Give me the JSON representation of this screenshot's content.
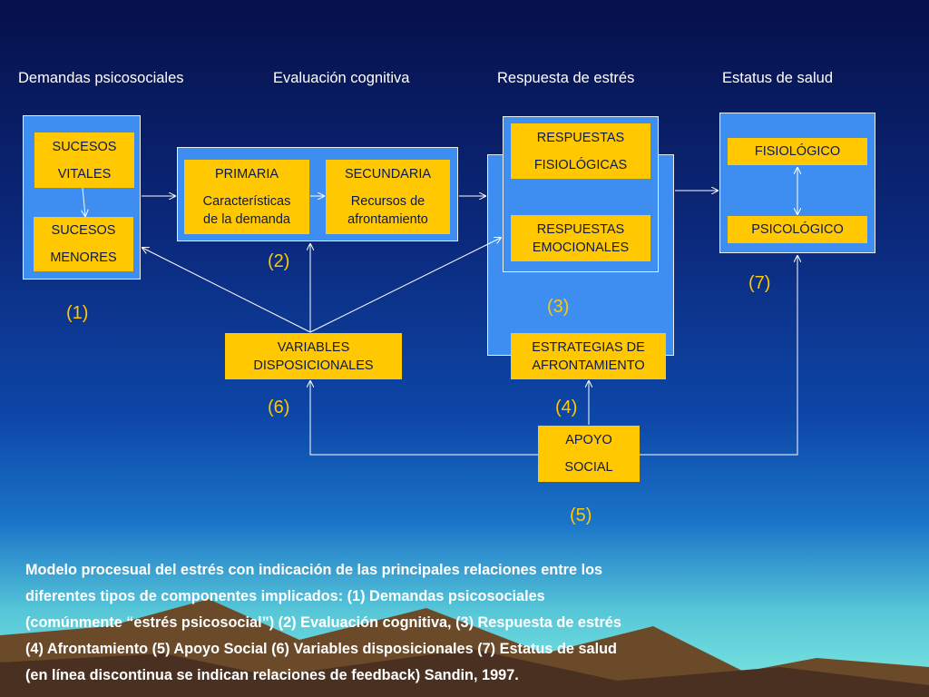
{
  "headers": {
    "demandas": "Demandas psicosociales",
    "evaluacion": "Evaluación  cognitiva",
    "respuesta": "Respuesta  de  estrés",
    "estatus": "Estatus de  salud"
  },
  "boxes": {
    "sucesos_vitales": [
      "SUCESOS",
      "VITALES"
    ],
    "sucesos_menores": [
      "SUCESOS",
      "MENORES"
    ],
    "primaria": [
      "PRIMARIA",
      "Características",
      "de la demanda"
    ],
    "secundaria": [
      "SECUNDARIA",
      "Recursos de",
      "afrontamiento"
    ],
    "resp_fisiologicas": [
      "RESPUESTAS",
      "FISIOLÓGICAS"
    ],
    "resp_emocionales": [
      "RESPUESTAS",
      "EMOCIONALES"
    ],
    "fisiologico": "FISIOLÓGICO",
    "psicologico": "PSICOLÓGICO",
    "variables": [
      "VARIABLES",
      "DISPOSICIONALES"
    ],
    "estrategias": [
      "ESTRATEGIAS DE",
      "AFRONTAMIENTO"
    ],
    "apoyo": [
      "APOYO",
      "SOCIAL"
    ]
  },
  "numbers": {
    "n1": "(1)",
    "n2": "(2)",
    "n3": "(3)",
    "n4": "(4)",
    "n5": "(5)",
    "n6": "(6)",
    "n7": "(7)"
  },
  "caption": [
    "Modelo procesual del estrés con indicación de las principales relaciones entre los",
    "diferentes tipos de componentes implicados:  (1) Demandas psicosociales",
    "(comúnmente “estrés psicosocial”) (2) Evaluación cognitiva, (3) Respuesta de estrés",
    "(4) Afrontamiento (5) Apoyo Social (6) Variables disposicionales (7) Estatus de salud",
    "(en línea discontinua se indican relaciones de feedback)  Sandin,  1997."
  ],
  "colors": {
    "box": "#ffc800",
    "panel": "#3d8ef0",
    "number": "#ffc800"
  }
}
